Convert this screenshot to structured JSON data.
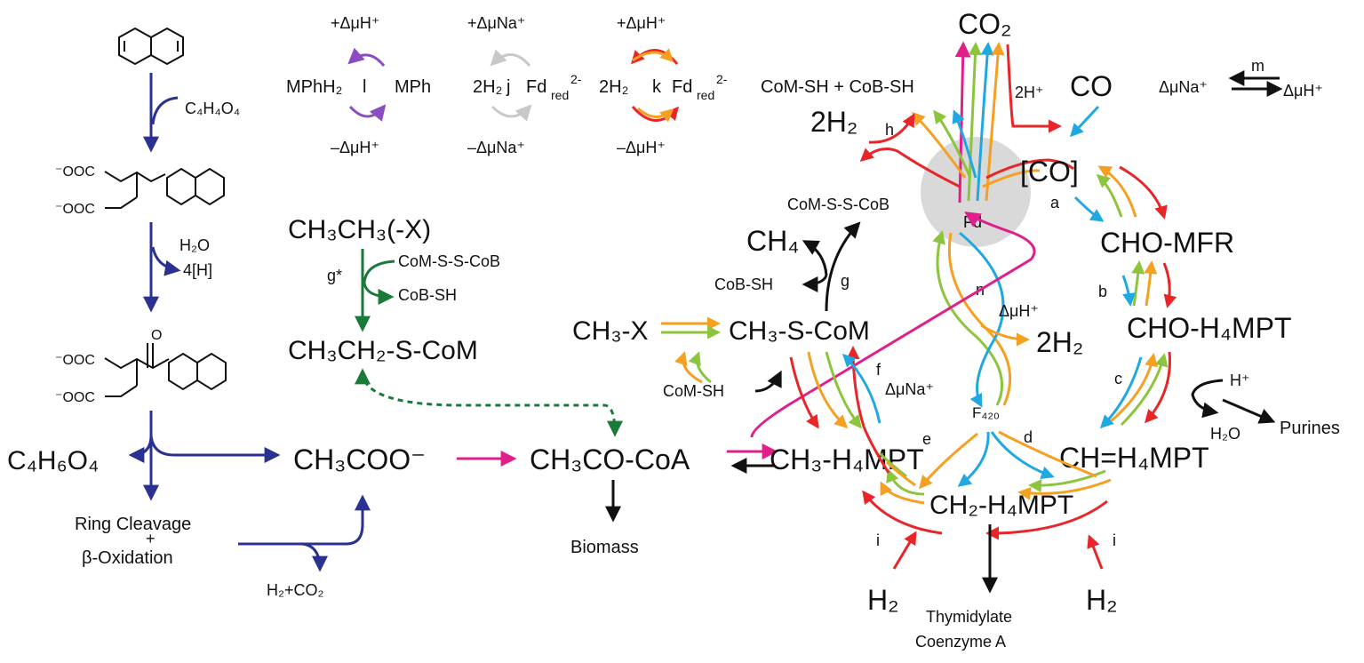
{
  "colors": {
    "navy": "#2b3190",
    "green_dark": "#1a7a3a",
    "magenta": "#e0208a",
    "red": "#e8262a",
    "orange": "#f5a020",
    "green": "#8cc43e",
    "blue": "#20a8e0",
    "purple": "#8a4cc0",
    "gray": "#c8c8c8",
    "black": "#111111",
    "fd_disc": "#d9d9d9"
  },
  "naphthalene_pathway": {
    "reagent1": "C₄H₄O₄",
    "reagent2": "H₂O",
    "product2": "4[H]",
    "intermediate1_top": "⁻OOC",
    "intermediate1_bottom": "⁻OOC",
    "intermediate2_top": "⁻OOC",
    "intermediate2_bottom": "⁻OOC",
    "keto_o": "O",
    "succinate": "C₄H₆O₄",
    "ring_cleavage": "Ring Cleavage",
    "plus": "+",
    "beta_oxidation": "β-Oxidation",
    "h2_co2": "H₂+CO₂"
  },
  "energy_legend": {
    "l": {
      "top": "+ΔμH⁺",
      "left": "MPhH₂",
      "letter": "l",
      "right": "MPh",
      "bottom": "–ΔμH⁺"
    },
    "j": {
      "top": "+ΔμNa⁺",
      "left": "2H₂",
      "letter": "j",
      "right": "Fd",
      "right_sub": "red",
      "right_sup": "2-",
      "bottom": "–ΔμNa⁺"
    },
    "k": {
      "top": "+ΔμH⁺",
      "left": "2H₂",
      "letter": "k",
      "right": "Fd",
      "right_sub": "red",
      "right_sup": "2-",
      "bottom": "–ΔμH⁺"
    }
  },
  "ethane": {
    "ch3ch3": "CH₃CH₃(-X)",
    "g_star": "g*",
    "comssc": "CoM-S-S-CoB",
    "cobsh": "CoB-SH",
    "ch3ch2scom": "CH₃CH₂-S-CoM"
  },
  "central": {
    "acetate": "CH₃COO⁻",
    "acetyl_coa": "CH₃CO-CoA",
    "biomass": "Biomass"
  },
  "methanogenesis": {
    "co2": "CO₂",
    "com_cob": "CoM-SH + CoB-SH",
    "two_h_plus": "2H⁺",
    "co": "CO",
    "two_h2": "2H₂",
    "h": "h",
    "co_bound": "[CO]",
    "heterodisulfide": "CoM-S-S-CoB",
    "fd": "Fd",
    "a": "a",
    "cho_mfr": "CHO-MFR",
    "b": "b",
    "cho_h4mpt": "CHO-H₄MPT",
    "c": "c",
    "h_plus": "H⁺",
    "h2o": "H₂O",
    "purines": "Purines",
    "ch_h4mpt": "CH=H₄MPT",
    "d": "d",
    "ch2_h4mpt": "CH₂-H₄MPT",
    "e": "e",
    "f420": "F₄₂₀",
    "n": "n",
    "delta_h": "ΔμH⁺",
    "two_h2_n": "2H₂",
    "ch3_h4mpt": "CH₃-H₄MPT",
    "f": "f",
    "delta_na": "ΔμNa⁺",
    "ch3_scom": "CH₃-S-CoM",
    "ch3x": "CH₃-X",
    "comsh": "CoM-SH",
    "ch4": "CH₄",
    "g": "g",
    "cobsh": "CoB-SH",
    "i_left": "i",
    "i_right": "i",
    "h2_left": "H₂",
    "h2_right": "H₂",
    "thymidylate": "Thymidylate",
    "coenzyme_a": "Coenzyme A",
    "m": "m",
    "m_left": "ΔμNa⁺",
    "m_right": "ΔμH⁺"
  }
}
